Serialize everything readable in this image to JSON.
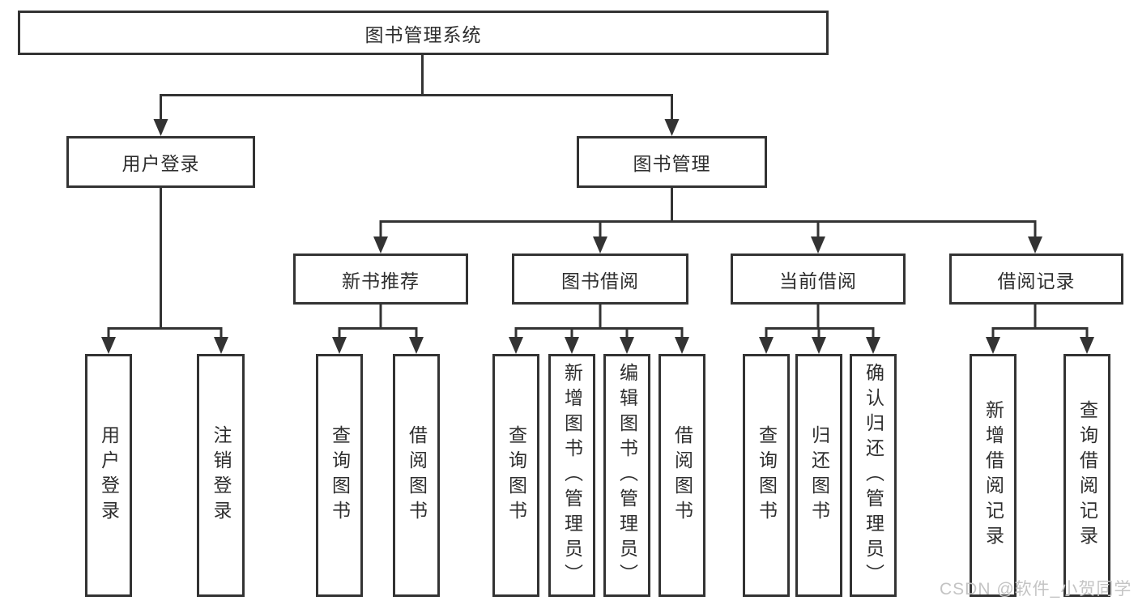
{
  "diagram": {
    "root": {
      "label": "图书管理系统"
    },
    "branches": [
      {
        "label": "用户登录",
        "children": [
          {
            "label": "用户登录"
          },
          {
            "label": "注销登录"
          }
        ]
      },
      {
        "label": "图书管理",
        "groups": [
          {
            "label": "新书推荐",
            "children": [
              {
                "label": "查询图书"
              },
              {
                "label": "借阅图书"
              }
            ]
          },
          {
            "label": "图书借阅",
            "children": [
              {
                "label": "查询图书"
              },
              {
                "label": "新增图书（管理员）"
              },
              {
                "label": "编辑图书（管理员）"
              },
              {
                "label": "借阅图书"
              }
            ]
          },
          {
            "label": "当前借阅",
            "children": [
              {
                "label": "查询图书"
              },
              {
                "label": "归还图书"
              },
              {
                "label": "确认归还（管理员）"
              }
            ]
          },
          {
            "label": "借阅记录",
            "children": [
              {
                "label": "新增借阅记录"
              },
              {
                "label": "查询借阅记录"
              }
            ]
          }
        ]
      }
    ]
  },
  "watermark": {
    "text": "CSDN @软件_小贺同学"
  },
  "colors": {
    "line": "#333333",
    "box_border": "#333333",
    "text": "#2e2e2e",
    "watermark": "#c4c4c4",
    "background": "#ffffff"
  }
}
